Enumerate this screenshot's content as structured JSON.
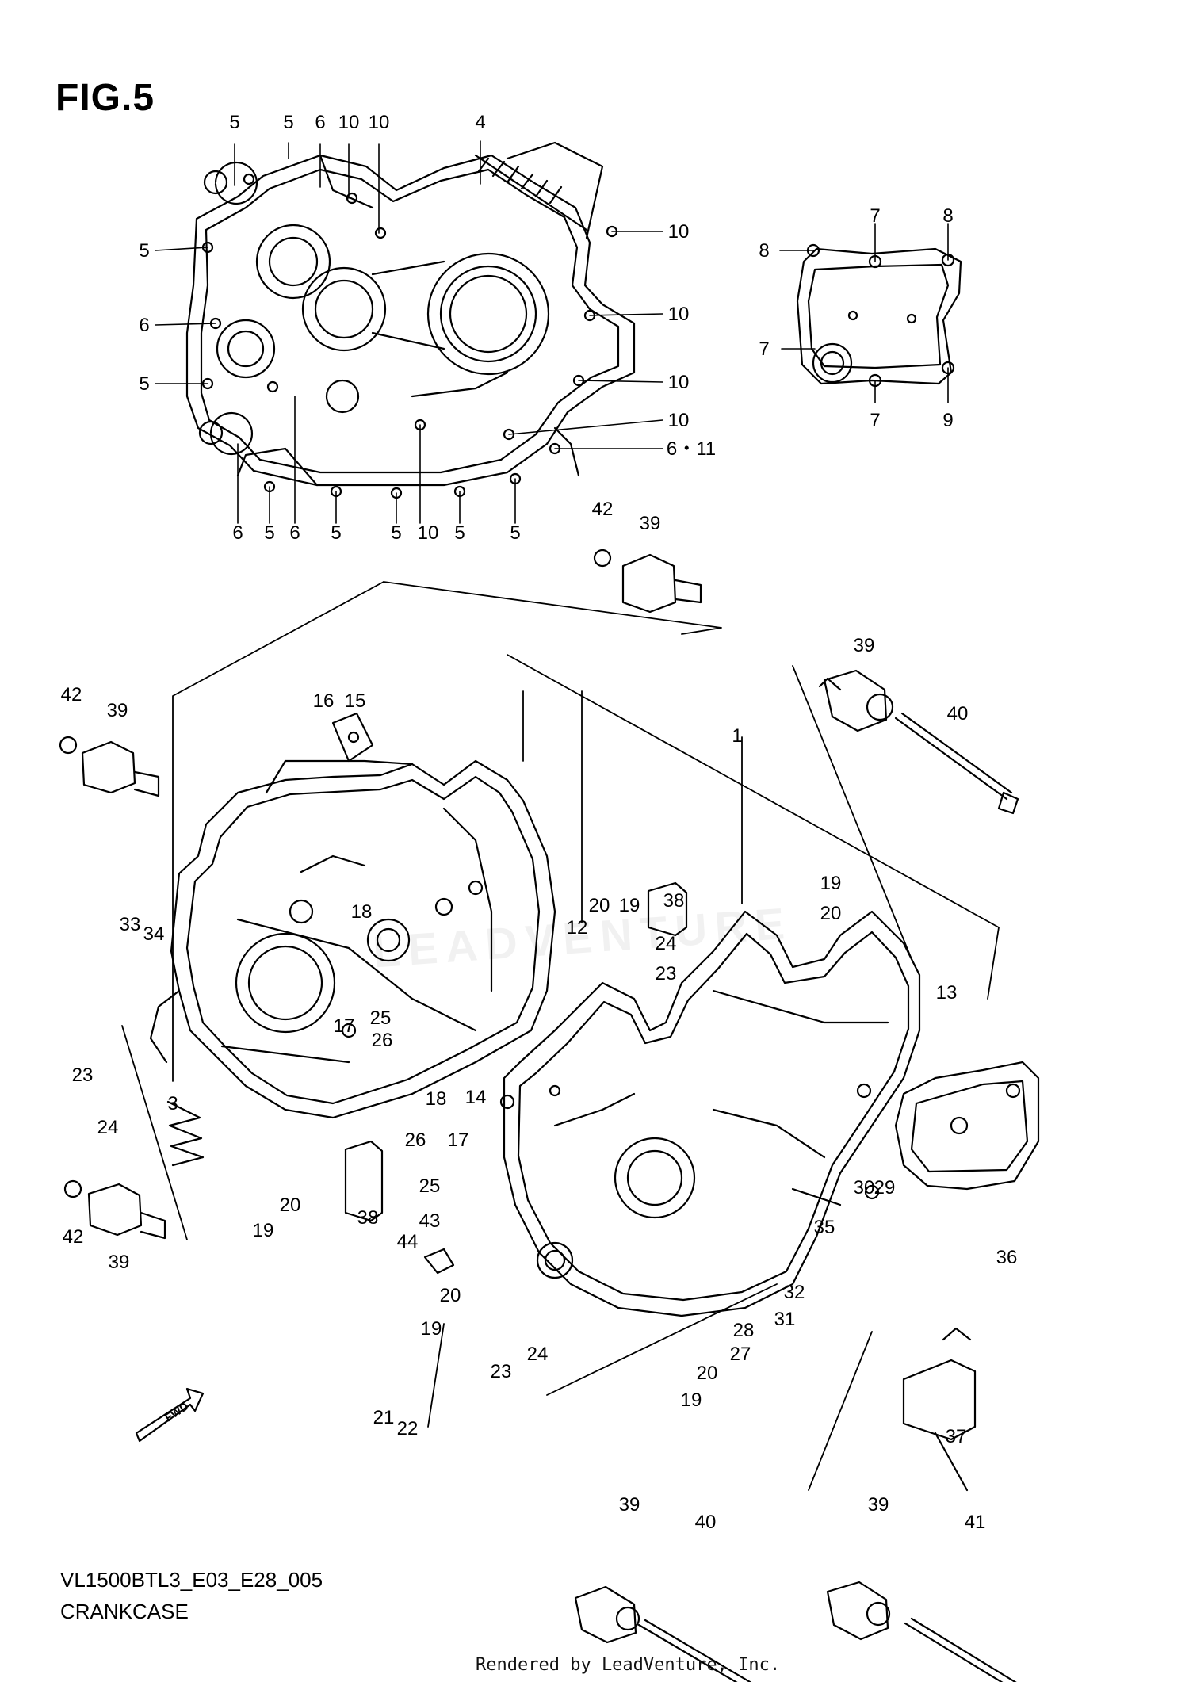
{
  "figure_label": "FIG.5",
  "model_code": "VL1500BTL3_E03_E28_005",
  "diagram_name": "CRANKCASE",
  "render_credit": "Rendered by LeadVenture, Inc.",
  "watermark_text": "LEADVENTURE",
  "fwd_arrow_label": "FWD",
  "part_callouts": [
    {
      "id": "c1",
      "label": "5"
    },
    {
      "id": "c2",
      "label": "5"
    },
    {
      "id": "c3",
      "label": "6"
    },
    {
      "id": "c4",
      "label": "10"
    },
    {
      "id": "c5",
      "label": "10"
    },
    {
      "id": "c6",
      "label": "4"
    },
    {
      "id": "c7",
      "label": "10"
    },
    {
      "id": "c8",
      "label": "5"
    },
    {
      "id": "c9",
      "label": "10"
    },
    {
      "id": "c10",
      "label": "6"
    },
    {
      "id": "c11",
      "label": "5"
    },
    {
      "id": "c12",
      "label": "10"
    },
    {
      "id": "c13",
      "label": "10"
    },
    {
      "id": "c14",
      "label": "6・11"
    },
    {
      "id": "c15",
      "label": "6"
    },
    {
      "id": "c16",
      "label": "5"
    },
    {
      "id": "c17",
      "label": "6"
    },
    {
      "id": "c18",
      "label": "5"
    },
    {
      "id": "c19",
      "label": "5"
    },
    {
      "id": "c20",
      "label": "10"
    },
    {
      "id": "c21",
      "label": "5"
    },
    {
      "id": "c22",
      "label": "5"
    },
    {
      "id": "c23",
      "label": "7"
    },
    {
      "id": "c24",
      "label": "8"
    },
    {
      "id": "c25",
      "label": "8"
    },
    {
      "id": "c26",
      "label": "7"
    },
    {
      "id": "c27",
      "label": "7"
    },
    {
      "id": "c28",
      "label": "9"
    },
    {
      "id": "c29",
      "label": "42"
    },
    {
      "id": "c30",
      "label": "39"
    },
    {
      "id": "c31",
      "label": "39"
    },
    {
      "id": "c32",
      "label": "40"
    },
    {
      "id": "c33",
      "label": "42"
    },
    {
      "id": "c34",
      "label": "39"
    },
    {
      "id": "c35",
      "label": "16"
    },
    {
      "id": "c36",
      "label": "15"
    },
    {
      "id": "c37",
      "label": "1"
    },
    {
      "id": "c38",
      "label": "19"
    },
    {
      "id": "c39",
      "label": "20"
    },
    {
      "id": "c40",
      "label": "20"
    },
    {
      "id": "c41",
      "label": "19"
    },
    {
      "id": "c42",
      "label": "38"
    },
    {
      "id": "c43",
      "label": "12"
    },
    {
      "id": "c44",
      "label": "24"
    },
    {
      "id": "c45",
      "label": "23"
    },
    {
      "id": "c46",
      "label": "13"
    },
    {
      "id": "c47",
      "label": "33"
    },
    {
      "id": "c48",
      "label": "34"
    },
    {
      "id": "c49",
      "label": "18"
    },
    {
      "id": "c50",
      "label": "17"
    },
    {
      "id": "c51",
      "label": "25"
    },
    {
      "id": "c52",
      "label": "26"
    },
    {
      "id": "c53",
      "label": "23"
    },
    {
      "id": "c54",
      "label": "24"
    },
    {
      "id": "c55",
      "label": "3"
    },
    {
      "id": "c56",
      "label": "18"
    },
    {
      "id": "c57",
      "label": "14"
    },
    {
      "id": "c58",
      "label": "26"
    },
    {
      "id": "c59",
      "label": "17"
    },
    {
      "id": "c60",
      "label": "25"
    },
    {
      "id": "c61",
      "label": "20"
    },
    {
      "id": "c62",
      "label": "19"
    },
    {
      "id": "c63",
      "label": "42"
    },
    {
      "id": "c64",
      "label": "39"
    },
    {
      "id": "c65",
      "label": "38"
    },
    {
      "id": "c66",
      "label": "44"
    },
    {
      "id": "c67",
      "label": "43"
    },
    {
      "id": "c68",
      "label": "30"
    },
    {
      "id": "c69",
      "label": "29"
    },
    {
      "id": "c70",
      "label": "35"
    },
    {
      "id": "c71",
      "label": "36"
    },
    {
      "id": "c72",
      "label": "20"
    },
    {
      "id": "c73",
      "label": "19"
    },
    {
      "id": "c74",
      "label": "23"
    },
    {
      "id": "c75",
      "label": "24"
    },
    {
      "id": "c76",
      "label": "32"
    },
    {
      "id": "c77",
      "label": "31"
    },
    {
      "id": "c78",
      "label": "28"
    },
    {
      "id": "c79",
      "label": "27"
    },
    {
      "id": "c80",
      "label": "20"
    },
    {
      "id": "c81",
      "label": "19"
    },
    {
      "id": "c82",
      "label": "21"
    },
    {
      "id": "c83",
      "label": "22"
    },
    {
      "id": "c84",
      "label": "37"
    },
    {
      "id": "c85",
      "label": "39"
    },
    {
      "id": "c86",
      "label": "40"
    },
    {
      "id": "c87",
      "label": "39"
    },
    {
      "id": "c88",
      "label": "41"
    }
  ]
}
